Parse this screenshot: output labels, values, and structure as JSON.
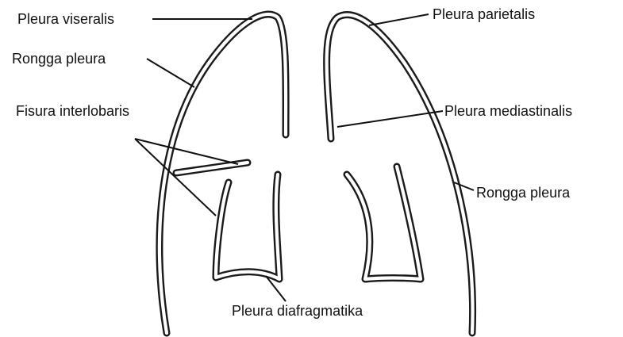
{
  "labels": {
    "pleura_viseralis": "Pleura viseralis",
    "pleura_parietalis": "Pleura parietalis",
    "rongga_pleura_left": "Rongga pleura",
    "rongga_pleura_right": "Rongga pleura",
    "fisura_interlobaris": "Fisura interlobaris",
    "pleura_mediastinalis": "Pleura mediastinalis",
    "pleura_diafragmatika": "Pleura diafragmatika"
  }
}
